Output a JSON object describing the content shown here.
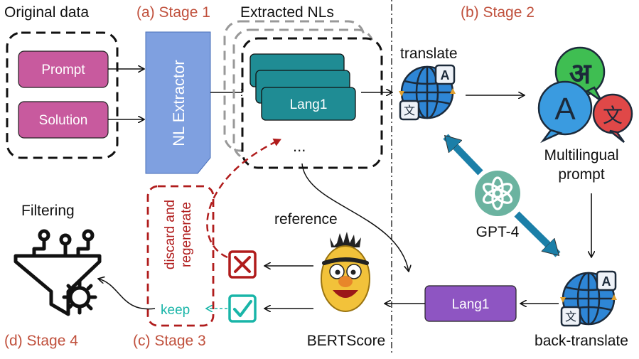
{
  "stages": {
    "stage1": "(a) Stage 1",
    "stage2": "(b) Stage 2",
    "stage3": "(c) Stage 3",
    "stage4": "(d) Stage 4"
  },
  "labels": {
    "original_data": "Original data",
    "extracted_nls": "Extracted NLs",
    "prompt": "Prompt",
    "solution": "Solution",
    "nl_extractor": "NL Extractor",
    "lang1_stack": "Lang1",
    "ellipsis": "...",
    "translate": "translate",
    "multilingual_prompt_line1": "Multilingual",
    "multilingual_prompt_line2": "prompt",
    "gpt4": "GPT-4",
    "back_translate": "back-translate",
    "lang1_back": "Lang1",
    "reference": "reference",
    "bertscore": "BERTScore",
    "filtering": "Filtering",
    "discard_line1": "discard and",
    "discard_line2": "regenerate",
    "keep": "keep"
  },
  "icon_glyphs": {
    "devanagari": "अ",
    "latin_a": "A",
    "cjk": "文"
  },
  "colors": {
    "stage_label": "#c0503c",
    "input_box": "#c85a9e",
    "extractor": "#7fa0e0",
    "lang_box": "#1f8c94",
    "lang1_back": "#8e55c2",
    "discard": "#b01c1c",
    "keep": "#19b5a8",
    "gpt_arrow": "#1b7fa8"
  }
}
